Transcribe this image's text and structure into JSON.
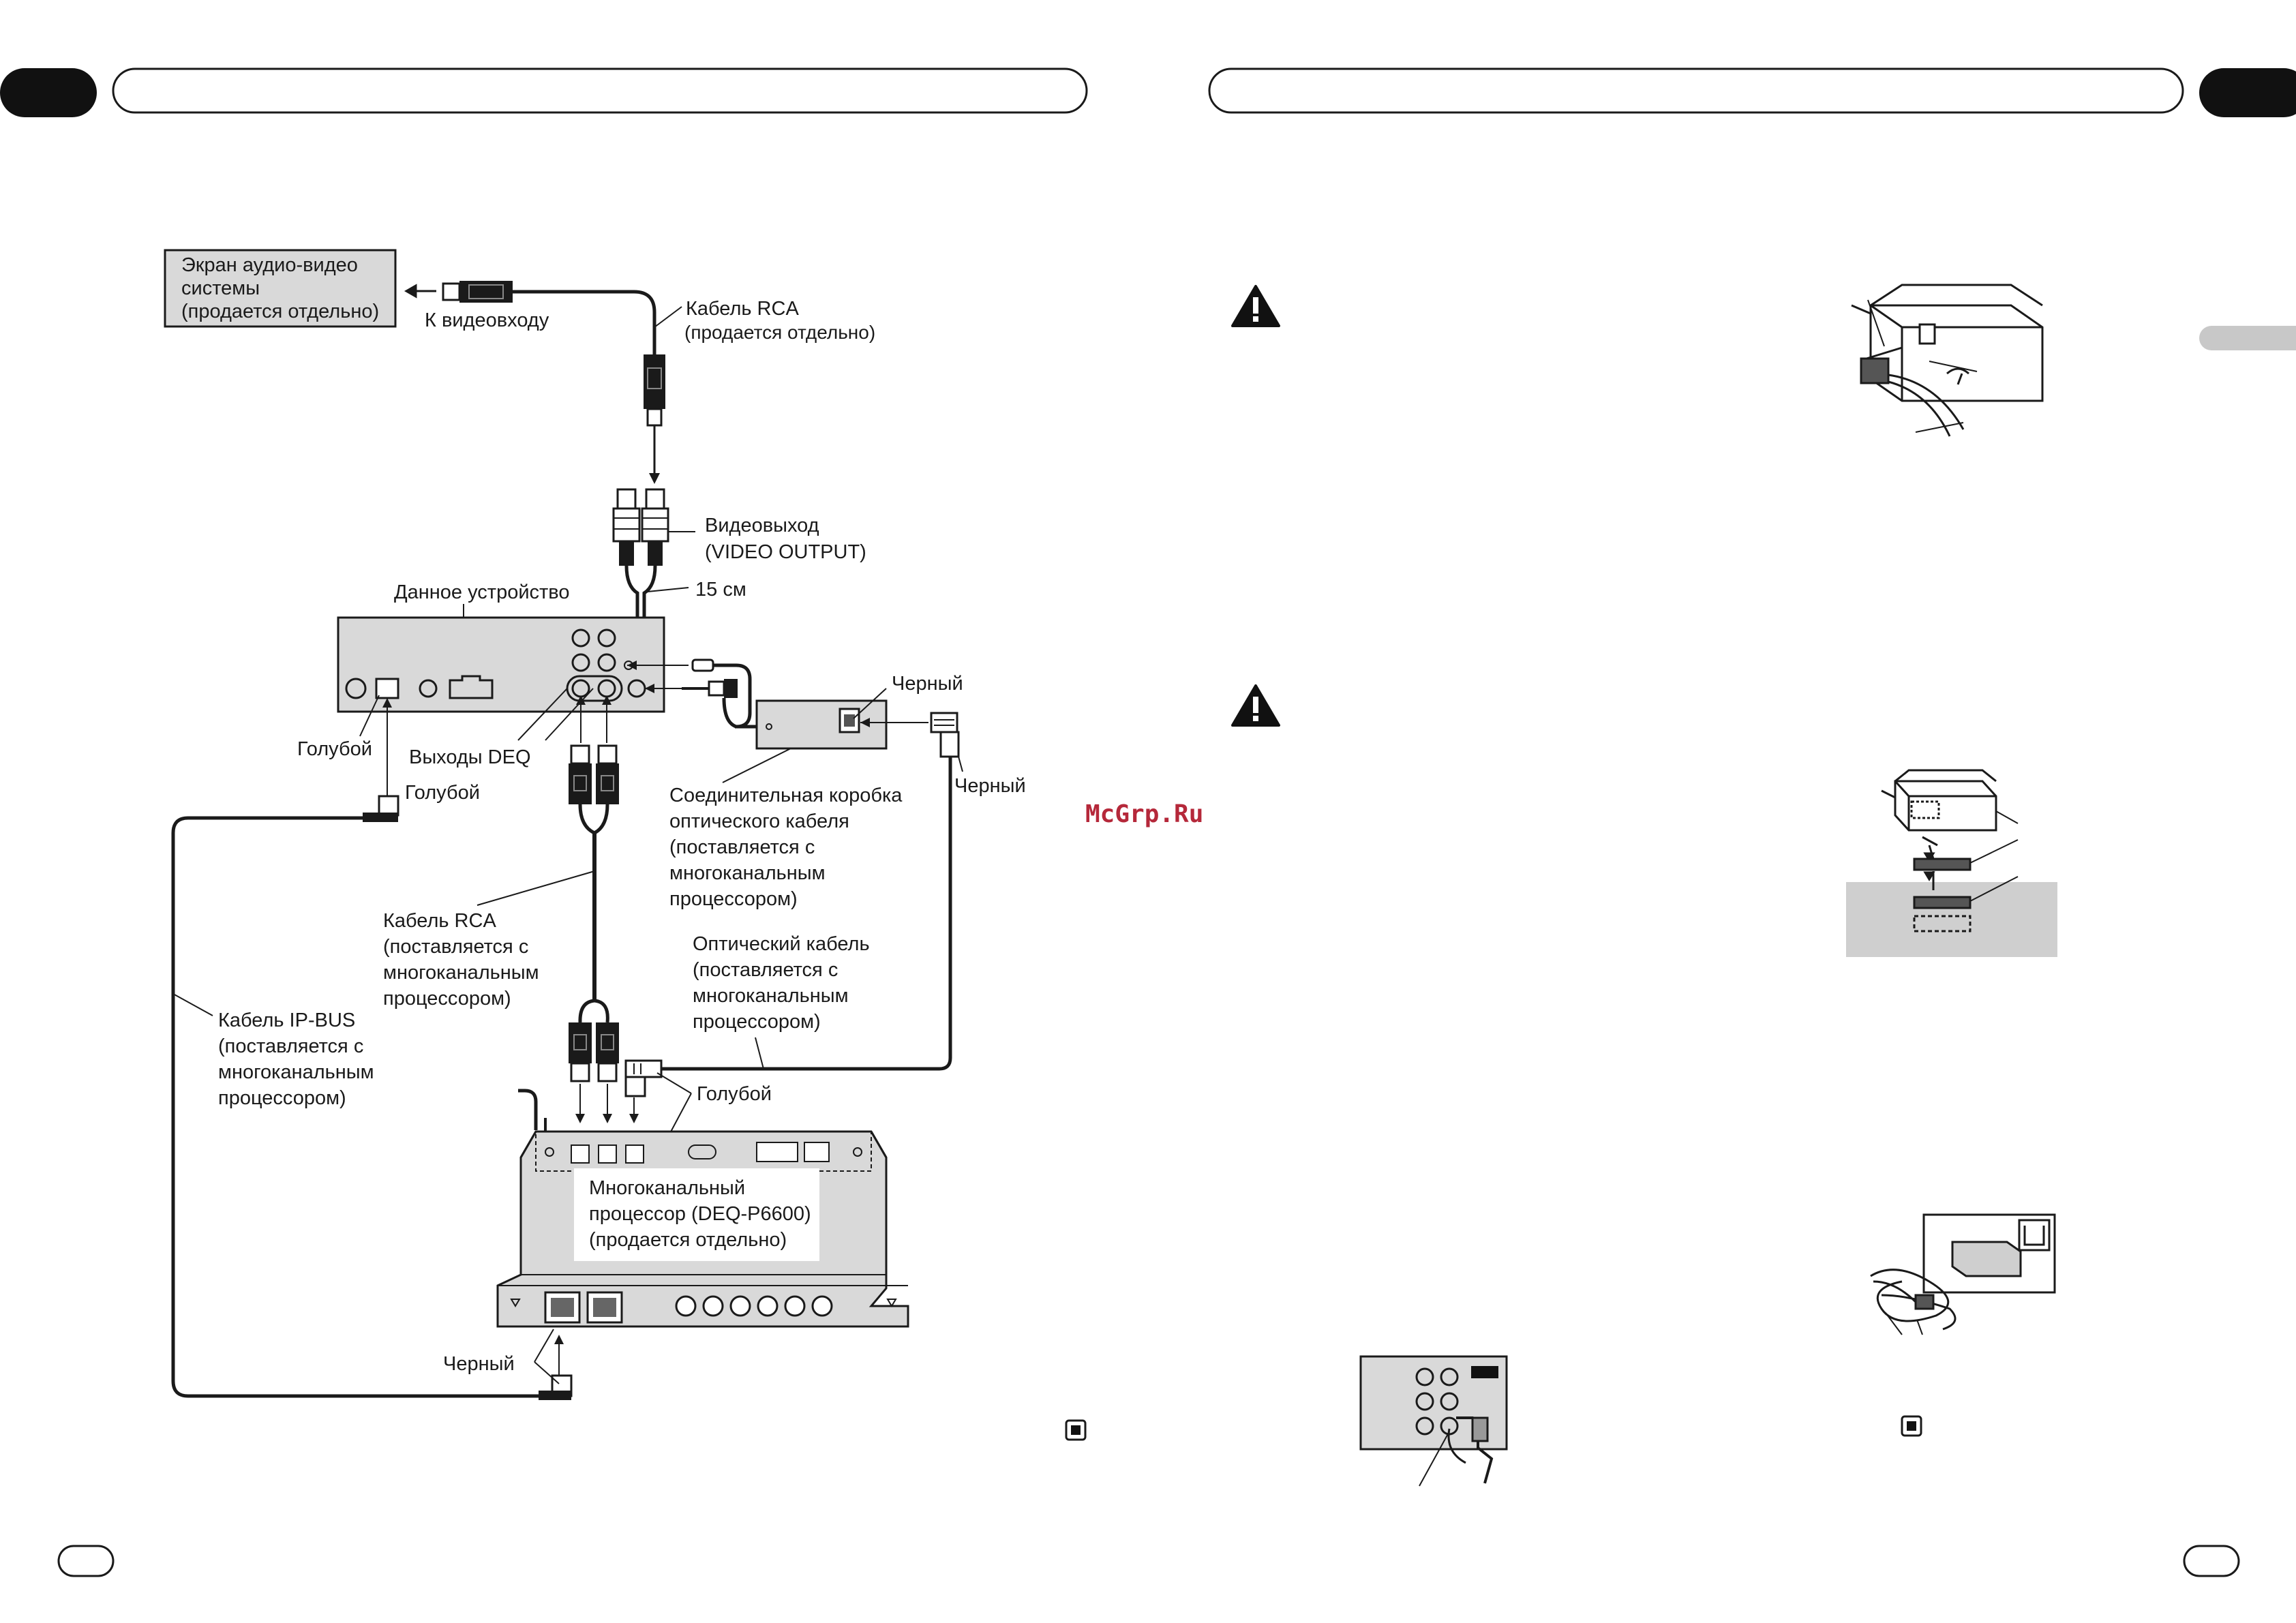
{
  "diagram": {
    "labels": {
      "av_screen": [
        "Экран аудио-видео",
        "системы",
        "(продается отдельно)"
      ],
      "to_video_input": "К видеовходу",
      "rca_cable_top": [
        "Кабель RCA",
        "(продается отдельно)"
      ],
      "video_output": [
        "Видеовыход",
        "(VIDEO OUTPUT)"
      ],
      "length_15cm": "15 см",
      "this_unit": "Данное устройство",
      "blue_1": "Голубой",
      "deq_outputs": "Выходы DEQ",
      "blue_2": "Голубой",
      "black_1": "Черный",
      "black_2": "Черный",
      "optical_junction_box": [
        "Соединительная коробка",
        "оптического кабеля",
        "(поставляется с",
        "многоканальным",
        "процессором)"
      ],
      "rca_cable_mid": [
        "Кабель RCA",
        "(поставляется с",
        "многоканальным",
        "процессором)"
      ],
      "optical_cable": [
        "Оптический кабель",
        "(поставляется с",
        "многоканальным",
        "процессором)"
      ],
      "ip_bus_cable": [
        "Кабель IP-BUS",
        "(поставляется с",
        "многоканальным",
        "процессором)"
      ],
      "blue_3": "Голубой",
      "processor": [
        "Многоканальный",
        "процессор (DEQ-P6600)",
        "(продается отдельно)"
      ],
      "black_3": "Черный"
    },
    "watermark": "McGrp.Ru"
  },
  "colors": {
    "line": "#1a1a1a",
    "box_fill": "#d9d9d9",
    "dark_fill": "#111111",
    "gray_tab": "#c8c8c8",
    "floor": "#cfcfcf",
    "watermark": "#b5283a"
  }
}
